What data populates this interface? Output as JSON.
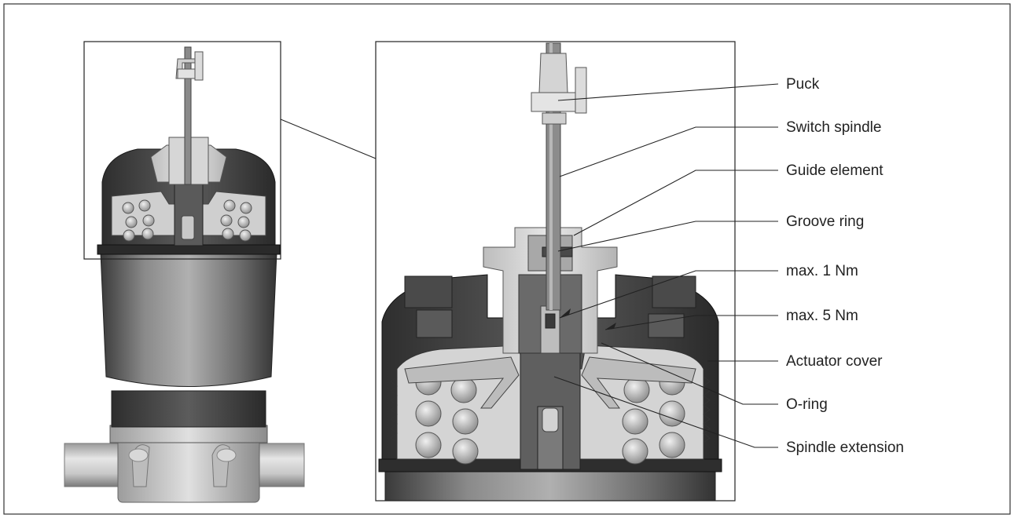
{
  "labels": {
    "puck": "Puck",
    "switch_spindle": "Switch spindle",
    "guide_element": "Guide element",
    "groove_ring": "Groove ring",
    "torque_1": "max. 1 Nm",
    "torque_5": "max. 5 Nm",
    "actuator_cover": "Actuator cover",
    "o_ring": "O-ring",
    "spindle_extension": "Spindle extension"
  }
}
